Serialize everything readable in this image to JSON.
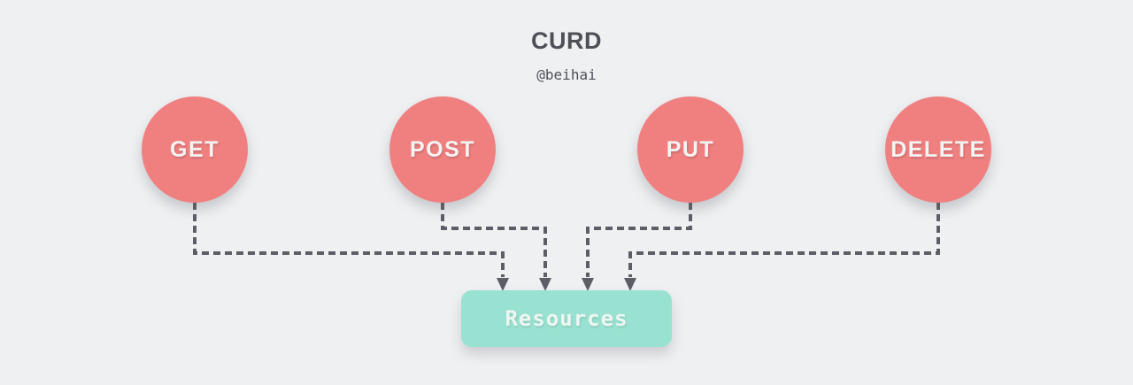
{
  "title": "CURD",
  "subtitle": "@beihai",
  "methods": [
    {
      "label": "GET"
    },
    {
      "label": "POST"
    },
    {
      "label": "PUT"
    },
    {
      "label": "DELETE"
    }
  ],
  "resource": {
    "label": "Resources"
  },
  "colors": {
    "background": "#eff0f2",
    "node_fill": "#f08080",
    "node_text": "#f4f4f4",
    "resource_fill": "#99e2d1",
    "resource_text": "#eef6f3",
    "connector": "#5d5d66",
    "title_text": "#4f4f58",
    "subtitle_text": "#4f4f58"
  }
}
